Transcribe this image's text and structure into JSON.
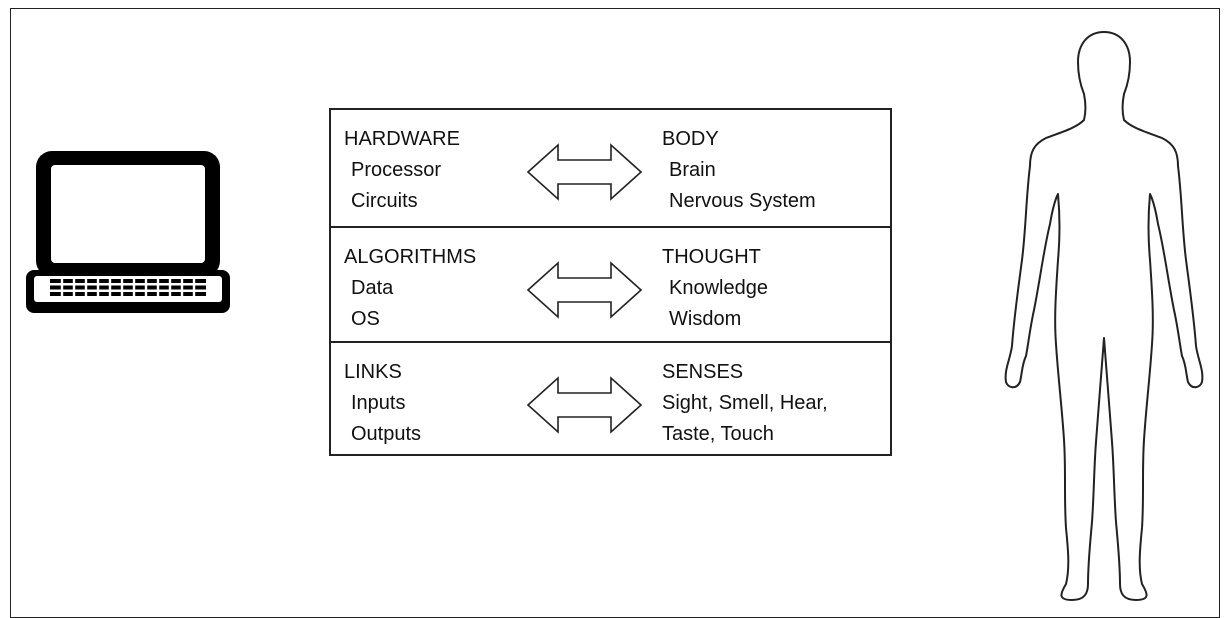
{
  "rows": [
    {
      "left": {
        "heading": "HARDWARE",
        "items": [
          "Processor",
          "Circuits"
        ]
      },
      "right": {
        "heading": "BODY",
        "items": [
          "Brain",
          "Nervous System"
        ]
      }
    },
    {
      "left": {
        "heading": "ALGORITHMS",
        "items": [
          "Data",
          "OS"
        ]
      },
      "right": {
        "heading": "THOUGHT",
        "items": [
          "Knowledge",
          "Wisdom"
        ]
      }
    },
    {
      "left": {
        "heading": "LINKS",
        "items": [
          "Inputs",
          "Outputs"
        ]
      },
      "right": {
        "heading": "SENSES",
        "items": [
          "Sight, Smell, Hear,",
          "Taste, Touch"
        ]
      }
    }
  ],
  "icons": {
    "computer": "laptop-icon",
    "person": "human-silhouette-icon",
    "relation": "double-headed-arrow-icon"
  },
  "colors": {
    "line": "#222222",
    "background": "#ffffff"
  }
}
